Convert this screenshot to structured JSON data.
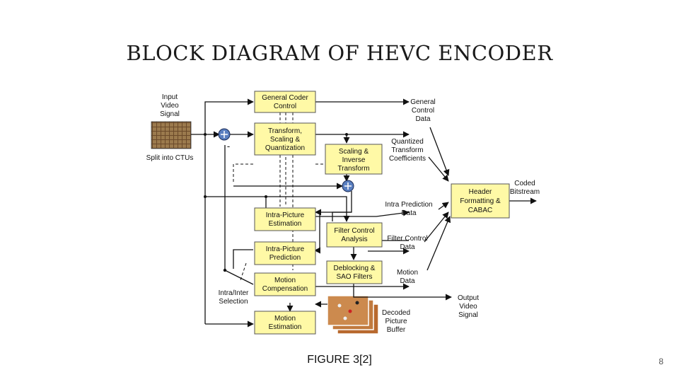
{
  "slide": {
    "title": "BLOCK DIAGRAM OF HEVC ENCODER",
    "caption": "FIGURE 3[2]",
    "page_number": "8"
  },
  "blocks": {
    "general_coder_control": [
      "General Coder",
      "Control"
    ],
    "transform": [
      "Transform,",
      "Scaling &",
      "Quantization"
    ],
    "scaling_inverse": [
      "Scaling &",
      "Inverse",
      "Transform"
    ],
    "intra_estimation": [
      "Intra-Picture",
      "Estimation"
    ],
    "filter_control": [
      "Filter Control",
      "Analysis"
    ],
    "intra_prediction": [
      "Intra-Picture",
      "Prediction"
    ],
    "deblocking": [
      "Deblocking &",
      "SAO Filters"
    ],
    "motion_compensation": [
      "Motion",
      "Compensation"
    ],
    "motion_estimation": [
      "Motion",
      "Estimation"
    ],
    "header": [
      "Header",
      "Formatting &",
      "CABAC"
    ]
  },
  "labels": {
    "input": [
      "Input",
      "Video",
      "Signal"
    ],
    "split": "Split into CTUs",
    "minus": "-",
    "general_control_data": [
      "General",
      "Control",
      "Data"
    ],
    "quantized_coeffs": [
      "Quantized",
      "Transform",
      "Coefficients"
    ],
    "coded_bitstream": [
      "Coded",
      "Bitstream"
    ],
    "intra_pred_data": [
      "Intra Prediction",
      "Data"
    ],
    "filter_control_data": [
      "Filter Control",
      "Data"
    ],
    "motion_data": [
      "Motion",
      "Data"
    ],
    "intra_inter": [
      "Intra/Inter",
      "Selection"
    ],
    "output": [
      "Output",
      "Video",
      "Signal"
    ],
    "decoded_buffer": [
      "Decoded",
      "Picture",
      "Buffer"
    ]
  },
  "colors": {
    "block_fill": "#fff9a6",
    "adder_fill": "#5a7fc0"
  }
}
